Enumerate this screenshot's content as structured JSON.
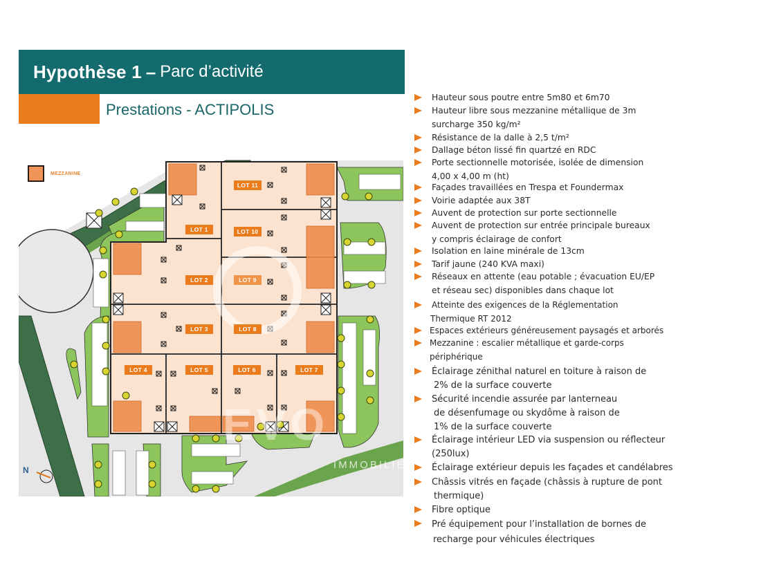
{
  "header": {
    "title_bold": "Hypothèse 1",
    "title_separator": "–",
    "title_regular": "Parc d’activité",
    "subtitle": "Prestations - ACTIPOLIS",
    "colors": {
      "title_bar": "#136b6d",
      "accent": "#ea7c1e",
      "subtitle_text": "#1a6668"
    }
  },
  "plan": {
    "legend": {
      "label": "MEZZANINE",
      "swatch_color": "#f0955a"
    },
    "lots": [
      {
        "id": "lot-1",
        "label": "LOT 1"
      },
      {
        "id": "lot-2",
        "label": "LOT 2"
      },
      {
        "id": "lot-3",
        "label": "LOT 3"
      },
      {
        "id": "lot-4",
        "label": "LOT 4"
      },
      {
        "id": "lot-5",
        "label": "LOT 5"
      },
      {
        "id": "lot-6",
        "label": "LOT 6"
      },
      {
        "id": "lot-7",
        "label": "LOT 7"
      },
      {
        "id": "lot-8",
        "label": "LOT 8"
      },
      {
        "id": "lot-9",
        "label": "LOT 9"
      },
      {
        "id": "lot-10",
        "label": "LOT 10"
      },
      {
        "id": "lot-11",
        "label": "LOT 11"
      }
    ],
    "north_label": "N",
    "watermark": {
      "logo": "EVO",
      "text": "IMMOBILIER"
    }
  },
  "specs": {
    "items": [
      {
        "lines": [
          "Hauteur sous poutre entre 5m80 et 6m70"
        ]
      },
      {
        "lines": [
          "Hauteur libre sous mezzanine métallique de 3m",
          "surcharge 350 kg/m²"
        ]
      },
      {
        "lines": [
          "Résistance de la dalle à 2,5 t/m²"
        ]
      },
      {
        "lines": [
          "Dallage béton lissé fin quartzé en RDC"
        ]
      },
      {
        "lines": [
          "Porte sectionnelle motorisée, isolée de dimension",
          "4,00 x 4,00 m (ht)"
        ]
      },
      {
        "lines": [
          "Façades travaillées en Trespa et Foundermax"
        ]
      },
      {
        "lines": [
          "Voirie adaptée aux 38T"
        ]
      },
      {
        "lines": [
          "Auvent de protection sur porte sectionnelle"
        ]
      },
      {
        "lines": [
          "Auvent de protection sur entrée principale bureaux",
          "y compris éclairage de confort"
        ]
      },
      {
        "lines": [
          "Isolation en laine minérale de 13cm"
        ]
      },
      {
        "lines": [
          "Tarif jaune (240 KVA maxi)"
        ]
      },
      {
        "lines": [
          "Réseaux en attente (eau potable ; évacuation EU/EP",
          "et réseau sec) disponibles dans chaque lot"
        ]
      },
      {
        "lines": [
          "Atteinte des exigences de la Réglementation",
          "Thermique RT 2012"
        ]
      },
      {
        "lines": [
          "Espaces extérieurs généreusement paysagés et arborés"
        ]
      },
      {
        "lines": [
          "Mezzanine : escalier métallique et garde-corps",
          "périphérique"
        ]
      },
      {
        "lines": [
          "Éclairage zénithal naturel en toiture à raison de",
          "2% de la surface couverte"
        ]
      },
      {
        "lines": [
          "Sécurité incendie assurée par lanterneau",
          "de désenfumage ou skydôme à raison de",
          "1% de la surface couverte"
        ]
      },
      {
        "lines": [
          "Éclairage intérieur LED via suspension ou réflecteur",
          "(250lux)"
        ]
      },
      {
        "lines": [
          "Éclairage extérieur depuis les façades et candélabres"
        ]
      },
      {
        "lines": [
          "Châssis vitrés en façade (châssis à rupture de pont",
          "thermique)"
        ]
      },
      {
        "lines": [
          "Fibre optique"
        ]
      },
      {
        "lines": [
          "Pré équipement pour l’installation de bornes de",
          "recharge pour véhicules électriques"
        ]
      }
    ]
  }
}
